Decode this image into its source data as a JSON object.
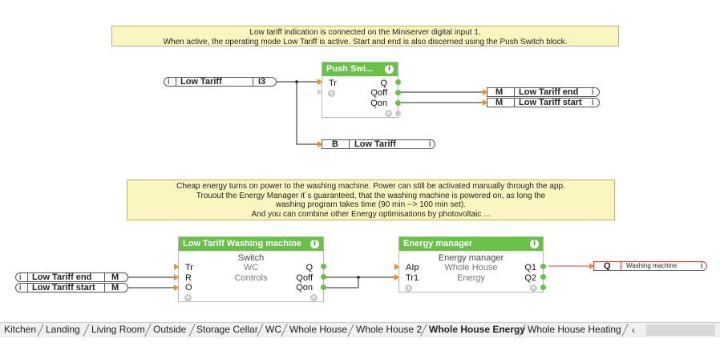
{
  "notes": {
    "top": [
      "Low tariff indication is connected on the Miniserver digital input 1.",
      "When active, the operating mode Low Tariff is active. Start and end is also discerned using the Push Switch block."
    ],
    "bottom": [
      "Cheap energy turns on power to the washing machine. Power can still be activated manually through the app.",
      "Trouout the Energy Manager it´s guaranteed, that the washing machine is powered on, as long the",
      "washing program takes time (90 min --> 100 min set).",
      "And you can combine other Energy optimisations by photovoltaic ..."
    ]
  },
  "input_low_tariff": {
    "icon": "i",
    "name": "Low Tariff",
    "port": "I3"
  },
  "push_switch": {
    "title": "Push Swi...",
    "inputs": [
      "Tr"
    ],
    "outputs": [
      "Q",
      "Qoff",
      "Qon"
    ]
  },
  "out_refs": [
    {
      "type": "M",
      "name": "Low Tariff end",
      "icon": "i"
    },
    {
      "type": "M",
      "name": "Low Tariff start",
      "icon": "i"
    }
  ],
  "mode_ref": {
    "type": "B",
    "name": "Low Tariff",
    "icon": "i"
  },
  "washing_block": {
    "title": "Low Tariff Washing machine",
    "subtitle": "Switch",
    "center": [
      "WC",
      "Controls"
    ],
    "inputs": [
      "Tr",
      "R",
      "O"
    ],
    "outputs": [
      "Q",
      "Qoff",
      "Qon"
    ]
  },
  "in_refs": [
    {
      "type": "M",
      "name": "Low Tariff end",
      "icon": "i"
    },
    {
      "type": "M",
      "name": "Low Tariff start",
      "icon": "i"
    }
  ],
  "energy_block": {
    "title": "Energy manager",
    "subtitle": "Energy manager",
    "center": [
      "Whole House",
      "Energy"
    ],
    "inputs": [
      "AIp",
      "Tr1"
    ],
    "outputs": [
      "Q1",
      "Q2"
    ]
  },
  "output_ref": {
    "type": "Q",
    "name": "Washing machine",
    "icon": "i"
  },
  "tabs": [
    "Kitchen",
    "Landing",
    "Living Room",
    "Outside",
    "Storage Cellar",
    "WC",
    "Whole House",
    "Whole House 2",
    "Whole House Energy",
    "Whole House Heating"
  ],
  "active_tab": "Whole House Energy",
  "colors": {
    "block_header": "#69c14a",
    "input_arrow": "#f08a24",
    "note_bg": "#fbf6c0",
    "wire": "#222222",
    "output_wire": "#d04040"
  }
}
